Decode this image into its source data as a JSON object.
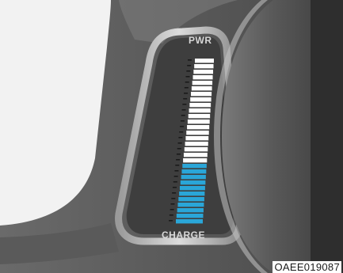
{
  "gauge": {
    "top_label": "PWR",
    "bottom_label": "CHARGE",
    "charge_level": 0.38
  },
  "image_code": "OAEE019087",
  "colors": {
    "charge_fill": "#2aa6d8",
    "power_segment": "#ffffff",
    "panel_dark": "#4a4a4a",
    "bezel": "#c8c8c8",
    "background": "#f2f2f2"
  }
}
